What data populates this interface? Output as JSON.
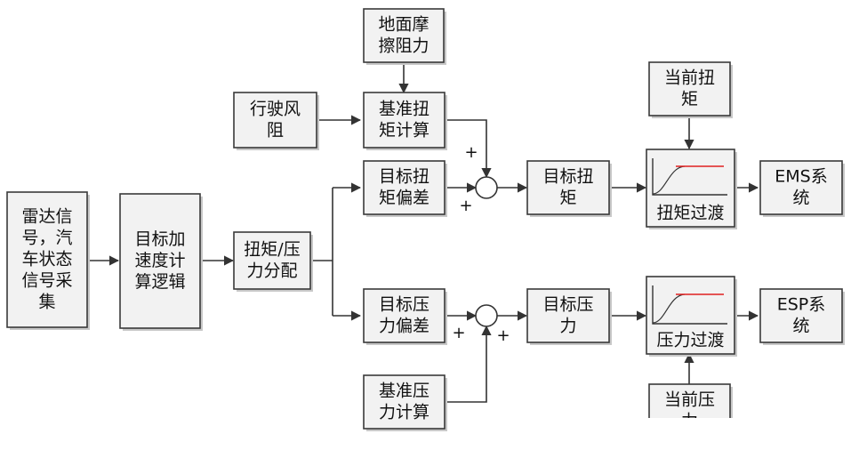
{
  "nodes": {
    "radar": {
      "lines": [
        "雷达信",
        "号，汽",
        "车状态",
        "信号采",
        "集"
      ]
    },
    "accel_calc": {
      "lines": [
        "目标加",
        "速度计",
        "算逻辑"
      ]
    },
    "split": {
      "lines": [
        "扭矩/压",
        "力分配"
      ]
    },
    "ground_friction": {
      "lines": [
        "地面摩",
        "擦阻力"
      ]
    },
    "wind_resist": {
      "lines": [
        "行驶风",
        "阻"
      ]
    },
    "base_torque": {
      "lines": [
        "基准扭",
        "矩计算"
      ]
    },
    "torque_dev": {
      "lines": [
        "目标扭",
        "矩偏差"
      ]
    },
    "target_torque": {
      "lines": [
        "目标扭",
        "矩"
      ]
    },
    "current_torque": {
      "lines": [
        "当前扭",
        "矩"
      ]
    },
    "torque_trans": {
      "lines": [
        "扭矩过渡"
      ]
    },
    "ems": {
      "lines": [
        "EMS系",
        "统"
      ]
    },
    "pressure_dev": {
      "lines": [
        "目标压",
        "力偏差"
      ]
    },
    "target_pressure": {
      "lines": [
        "目标压",
        "力"
      ]
    },
    "pressure_trans": {
      "lines": [
        "压力过渡"
      ]
    },
    "esp": {
      "lines": [
        "ESP系",
        "统"
      ]
    },
    "base_pressure": {
      "lines": [
        "基准压",
        "力计算"
      ]
    },
    "current_pressure": {
      "lines": [
        "当前压",
        "力"
      ]
    }
  },
  "signs": {
    "torque_top": "+",
    "torque_left": "+",
    "pressure_left": "+",
    "pressure_bottom": "+"
  },
  "colors": {
    "reference_curve": "#e02020",
    "box_fill": "#f2f2f2",
    "line": "#333333"
  }
}
